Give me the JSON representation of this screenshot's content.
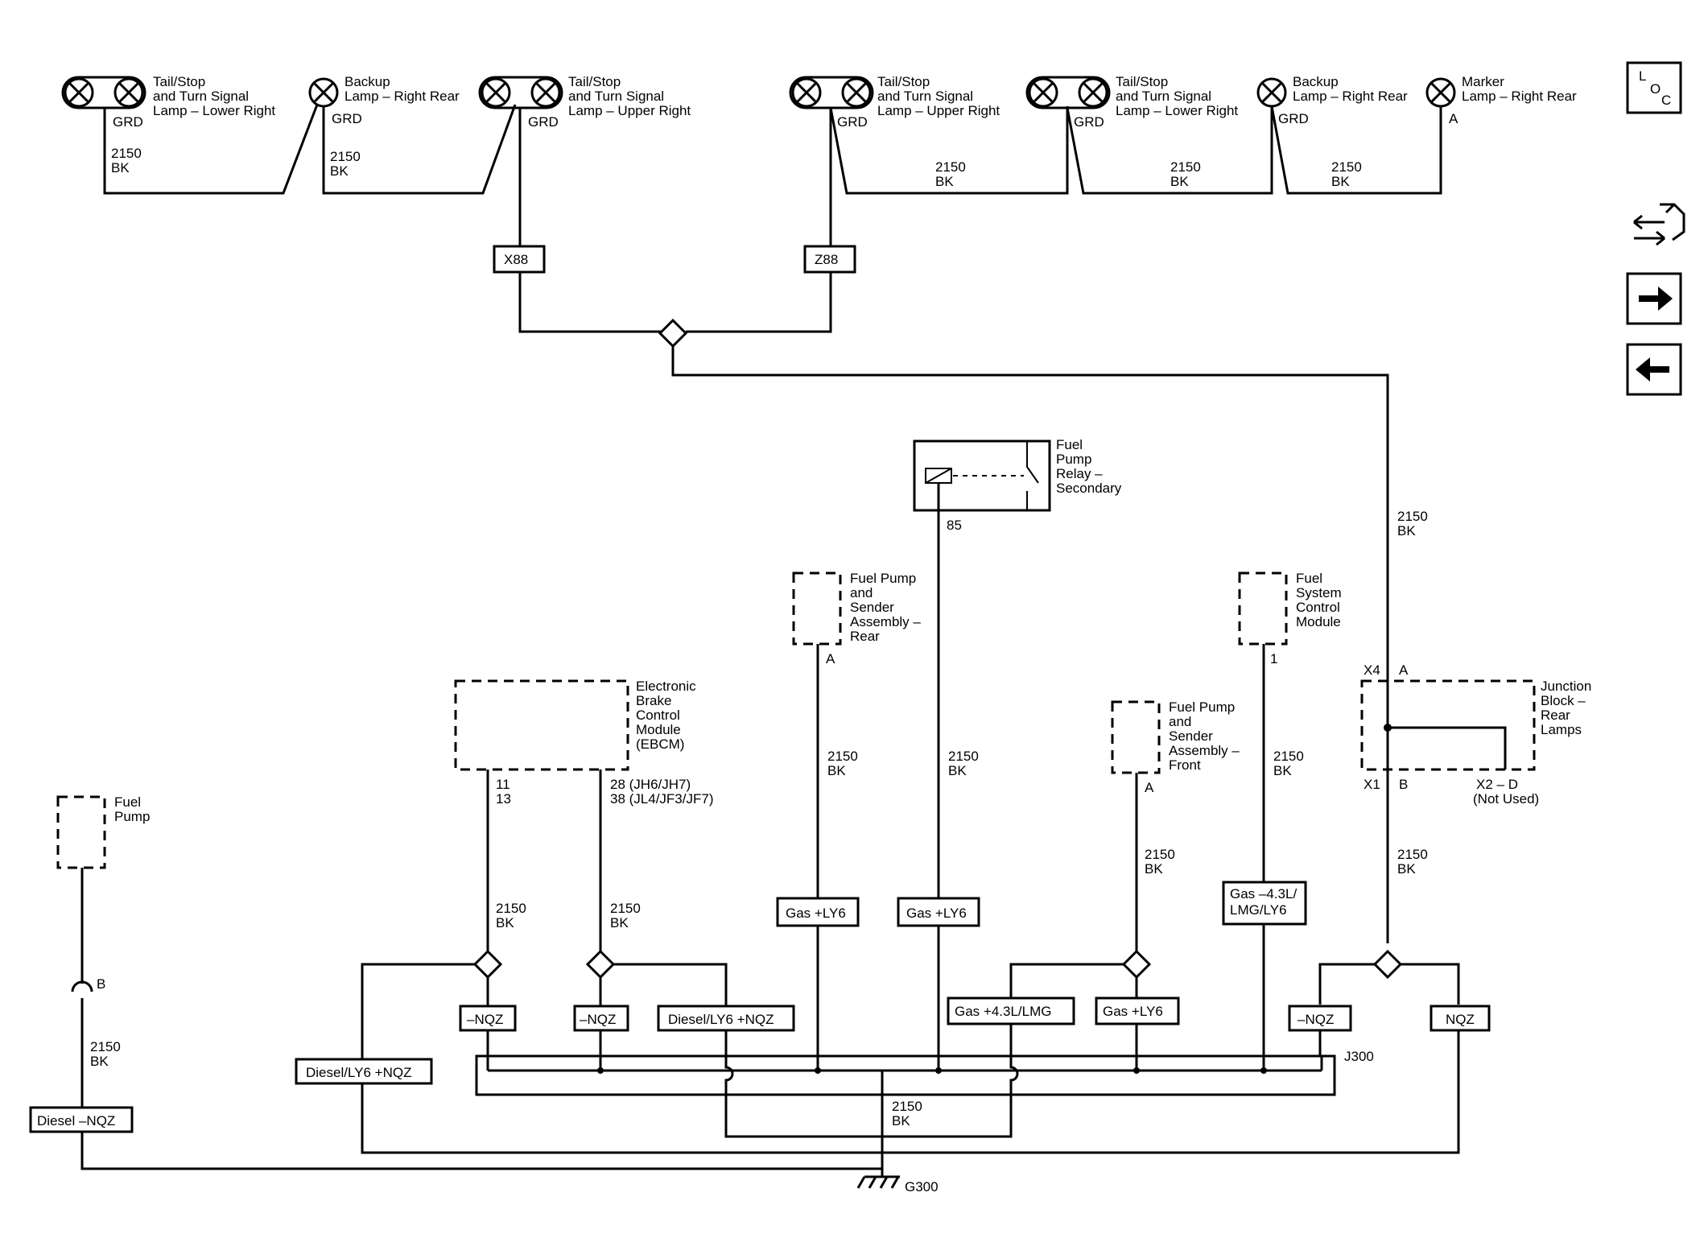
{
  "lamps": [
    {
      "title": [
        "Tail/Stop",
        "and Turn Signal",
        "Lamp – Lower Right"
      ],
      "pin": "GRD",
      "type": "double"
    },
    {
      "title": [
        "Backup",
        "Lamp – Right Rear"
      ],
      "pin": "GRD",
      "type": "single"
    },
    {
      "title": [
        "Tail/Stop",
        "and Turn Signal",
        "Lamp – Upper Right"
      ],
      "pin": "GRD",
      "type": "double"
    },
    {
      "title": [
        "Tail/Stop",
        "and Turn Signal",
        "Lamp – Upper Right"
      ],
      "pin": "GRD",
      "type": "double"
    },
    {
      "title": [
        "Tail/Stop",
        "and Turn Signal",
        "Lamp – Lower Right"
      ],
      "pin": "GRD",
      "type": "double"
    },
    {
      "title": [
        "Backup",
        "Lamp – Right Rear"
      ],
      "pin": "GRD",
      "type": "single"
    },
    {
      "title": [
        "Marker",
        "Lamp – Right Rear"
      ],
      "pin": "A",
      "type": "single"
    }
  ],
  "wire": {
    "circuit": "2150",
    "color": "BK"
  },
  "connectors": {
    "x88": "X88",
    "z88": "Z88"
  },
  "relay": {
    "title": [
      "Fuel",
      "Pump",
      "Relay –",
      "Secondary"
    ],
    "pin": "85"
  },
  "modules": {
    "fuel_pump_rear": {
      "title": [
        "Fuel Pump",
        "and",
        "Sender",
        "Assembly –",
        "Rear"
      ],
      "pin": "A"
    },
    "fuel_system_control": {
      "title": [
        "Fuel",
        "System",
        "Control",
        "Module"
      ],
      "pin": "1"
    },
    "ebcm": {
      "title": [
        "Electronic",
        "Brake",
        "Control",
        "Module",
        "(EBCM)"
      ],
      "pin_left": [
        "11",
        "13"
      ],
      "pin_right": [
        "28 (JH6/JH7)",
        "38 (JL4/JF3/JF7)"
      ]
    },
    "fuel_pump_front": {
      "title": [
        "Fuel Pump",
        "and",
        "Sender",
        "Assembly –",
        "Front"
      ],
      "pin": "A"
    },
    "junction_block": {
      "title": [
        "Junction",
        "Block –",
        "Rear",
        "Lamps"
      ],
      "x4": "X4",
      "pin_a": "A",
      "x1": "X1",
      "pin_b": "B",
      "x2": "X2 – D",
      "not_used": "(Not Used)"
    },
    "fuel_pump": {
      "title": [
        "Fuel",
        "Pump"
      ],
      "pin": "B"
    }
  },
  "options": {
    "gas_ly6": "Gas +LY6",
    "gas_43_lmg_ly6": [
      "Gas –4.3L/",
      "LMG/LY6"
    ],
    "nqz_neg": "–NQZ",
    "nqz": "NQZ",
    "diesel_ly6_nqz": "Diesel/LY6 +NQZ",
    "gas_43_lmg": "Gas +4.3L/LMG",
    "diesel_neg_nqz": "Diesel –NQZ"
  },
  "splice": "J300",
  "ground": "G300",
  "nav": {
    "loc_letters": [
      "L",
      "O",
      "C"
    ],
    "icons": [
      "connector-icon",
      "forward-arrow-icon",
      "back-arrow-icon"
    ]
  }
}
